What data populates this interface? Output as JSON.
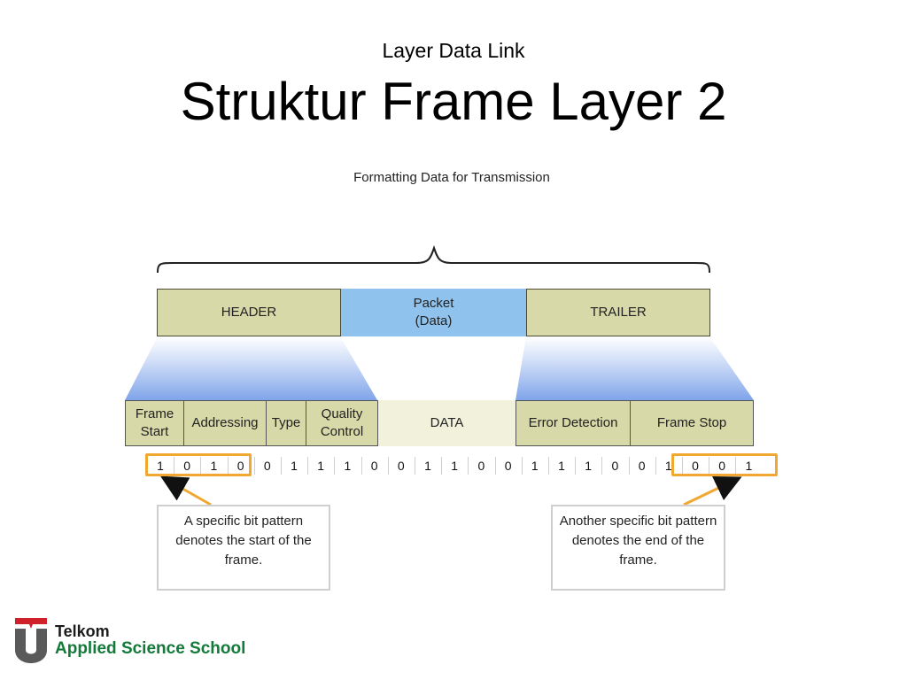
{
  "header": {
    "subtitle": "Layer Data Link",
    "title": "Struktur Frame Layer 2"
  },
  "diagram": {
    "caption": "Formatting Data for Transmission",
    "top_row": {
      "header": "HEADER",
      "packet_line1": "Packet",
      "packet_line2": "(Data)",
      "trailer": "TRAILER"
    },
    "fields": {
      "frame_start_line1": "Frame",
      "frame_start_line2": "Start",
      "addressing": "Addressing",
      "type": "Type",
      "quality_line1": "Quality",
      "quality_line2": "Control",
      "data": "DATA",
      "error_detection": "Error Detection",
      "frame_stop": "Frame Stop"
    },
    "bits": [
      "1",
      "0",
      "1",
      "0",
      "0",
      "1",
      "1",
      "1",
      "0",
      "0",
      "1",
      "1",
      "0",
      "0",
      "1",
      "1",
      "1",
      "0",
      "0",
      "1",
      "0",
      "0",
      "1"
    ],
    "callouts": {
      "start_line1": "A specific bit pattern",
      "start_line2": "denotes the start of the",
      "start_line3": "frame.",
      "end_line1": "Another specific bit pattern",
      "end_line2": "denotes the end of the",
      "end_line3": "frame."
    },
    "colors": {
      "olive": "#d7d9a8",
      "packet_blue": "#8fc3ee",
      "highlight": "#f0a830"
    }
  },
  "logo": {
    "name": "Telkom",
    "school": "Applied Science School"
  }
}
